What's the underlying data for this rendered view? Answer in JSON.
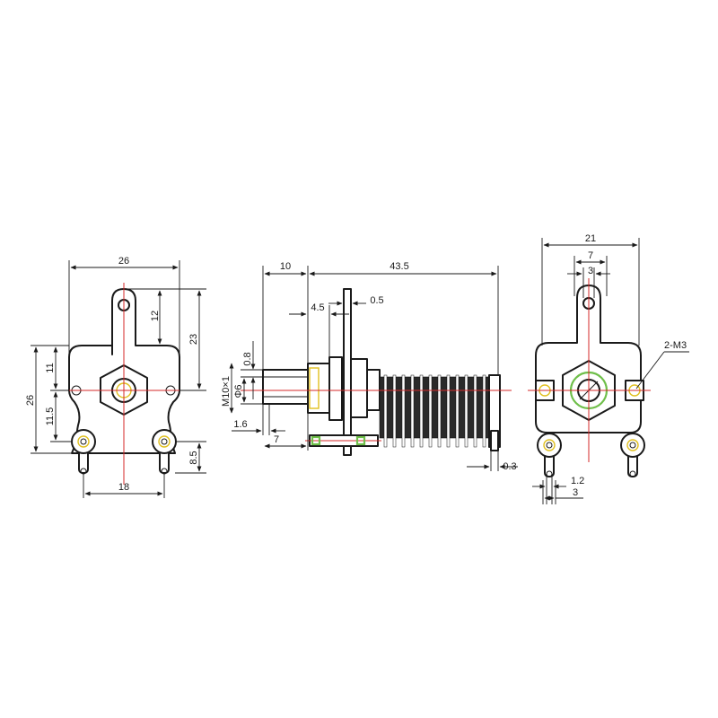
{
  "colors": {
    "outline": "#1a1a1a",
    "centerline": "#d42a2a",
    "hole_ring": "#e0c020",
    "shaft_ring": "#6fbf4a",
    "fins": "#2a2a2a"
  },
  "front_view": {
    "width": "26",
    "tab_height": "12",
    "height_23": "23",
    "height_26": "26",
    "upper_11": "11",
    "lower_11_5": "11.5",
    "pin_8_5": "8.5",
    "pin_spacing": "18"
  },
  "side_view": {
    "shaft_length": "10",
    "body_length": "43.5",
    "bushing_4_5": "4.5",
    "plate_0_5": "0.5",
    "gap_0_8": "0.8",
    "shaft_dia": "Φ6",
    "thread": "M10×1",
    "len_1_6": "1.6",
    "len_7": "7",
    "end_0_3": "0.3"
  },
  "rear_view": {
    "width": "21",
    "tab_7": "7",
    "tab_3": "3",
    "screw_spec": "2-M3",
    "pin_1_2": "1.2",
    "pin_3": "3"
  }
}
